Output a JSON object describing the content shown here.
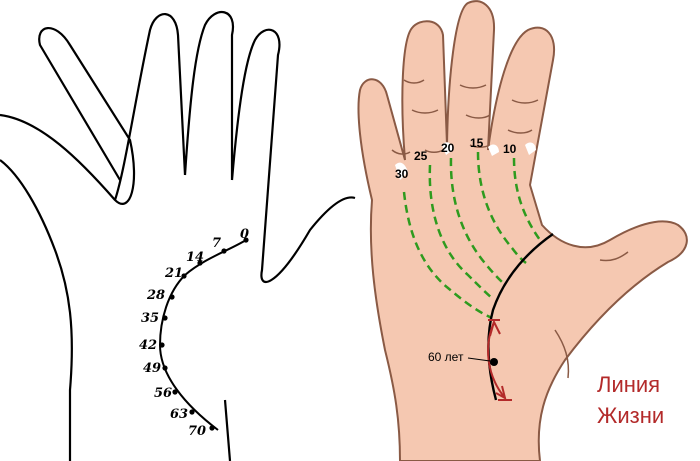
{
  "left_hand": {
    "age_labels": [
      "0",
      "7",
      "14",
      "21",
      "28",
      "35",
      "42",
      "49",
      "56",
      "63",
      "70"
    ]
  },
  "right_hand": {
    "age_labels": [
      "30",
      "25",
      "20",
      "15",
      "10"
    ],
    "marker_label": "60 лет"
  },
  "title": {
    "line1": "Линия",
    "line2": "Жизни"
  },
  "colors": {
    "skin": "#f5c8b1",
    "skin_outline": "#8a5a45",
    "dashed_lines": "#2e9b1e",
    "arrow": "#b32a2a",
    "title": "#b32a2a"
  }
}
